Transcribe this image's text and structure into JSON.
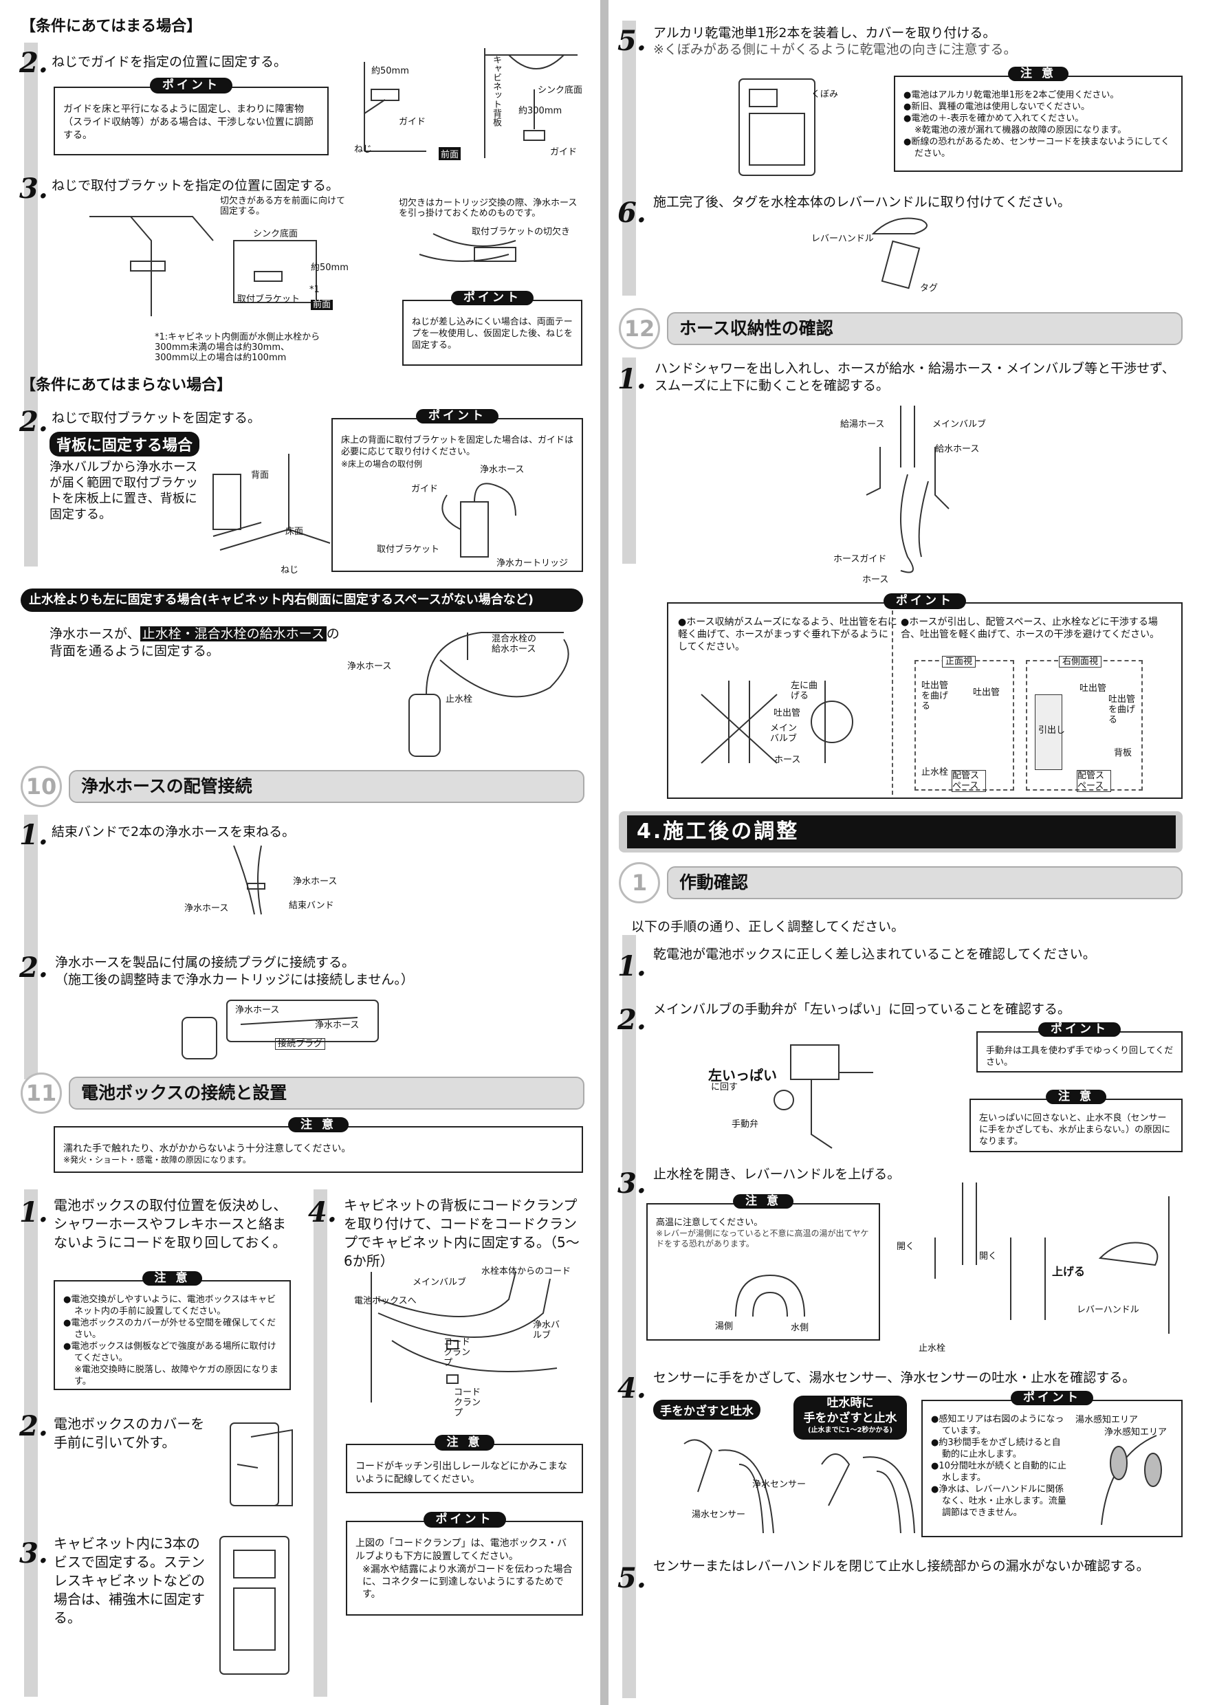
{
  "left": {
    "cond_apply": "【条件にあてはまる場合】",
    "s2a": {
      "num": "2.",
      "text": "ねじでガイドを指定の位置に固定する。",
      "point": "ポイント",
      "point_text": "ガイドを床と平行になるように固定し、まわりに障害物（スライド収納等）がある場合は、干渉しない位置に調節する。",
      "lbl": [
        "約50mm",
        "ガイド",
        "ねじ",
        "前面",
        "キャビネット背板",
        "シンク底面",
        "約300mm",
        "ガイド"
      ]
    },
    "s3": {
      "num": "3.",
      "text": "ねじで取付ブラケットを指定の位置に固定する。",
      "note1": "切欠きがある方を前面に向けて固定する。",
      "note2": "切欠きはカートリッジ交換の際、浄水ホースを引っ掛けておくためのものです。",
      "lbl": [
        "シンク底面",
        "約50mm",
        "*1",
        "取付ブラケット",
        "前面",
        "取付ブラケットの切欠き"
      ],
      "footnote": "*1:キャビネット内側面が水側止水栓から\n300mm未満の場合は約30mm、\n300mm以上の場合は約100mm",
      "point": "ポイント",
      "point_text": "ねじが差し込みにくい場合は、両面テープを一枚使用し、仮固定した後、ねじを固定する。"
    },
    "cond_not": "【条件にあてはまらない場合】",
    "s2b": {
      "num": "2.",
      "text": "ねじで取付ブラケットを固定する。",
      "badge": "背板に固定する場合",
      "body": "浄水バルブから浄水ホースが届く範囲で取付ブラケットを床板上に置き、背板に固定する。",
      "lbl": [
        "背面",
        "床面",
        "ねじ"
      ],
      "point": "ポイント",
      "point_text": "床上の背面に取付ブラケットを固定した場合は、ガイドは必要に応じて取り付けください。",
      "point_sub": "※床上の場合の取付例",
      "plbl": [
        "ガイド",
        "浄水ホース",
        "取付ブラケット",
        "浄水カートリッジ"
      ]
    },
    "leftfix": {
      "bar": "止水栓よりも左に固定する場合(キャビネット内右側面に固定するスペースがない場合など)",
      "t1": "浄水ホースが、",
      "hl": "止水栓・混合水栓の給水ホース",
      "t2": "の",
      "t3": "背面を通るように固定する。",
      "lbl": [
        "浄水ホース",
        "混合水栓の給水ホース",
        "止水栓"
      ]
    },
    "sec10": {
      "no": "10",
      "title": "浄水ホースの配管接続",
      "s1": {
        "num": "1.",
        "text": "結束バンドで2本の浄水ホースを束ねる。",
        "lbl": [
          "浄水ホース",
          "浄水ホース",
          "結束バンド"
        ]
      },
      "s2": {
        "num": "2.",
        "text": "浄水ホースを製品に付属の接続プラグに接続する。\n（施工後の調整時まで浄水カートリッジには接続しません。）",
        "lbl": [
          "浄水ホース",
          "浄水ホース",
          "接続プラグ"
        ]
      }
    },
    "sec11": {
      "no": "11",
      "title": "電池ボックスの接続と設置",
      "caution": "注 意",
      "caution_text": "濡れた手で触れたり、水がかからないよう十分注意してください。",
      "caution_sub": "※発火・ショート・感電・故障の原因になります。",
      "s1": {
        "num": "1.",
        "text": "電池ボックスの取付位置を仮決めし、シャワーホースやフレキホースと絡まないようにコードを取り回しておく。",
        "caution": "注 意",
        "items": [
          "●電池交換がしやすいように、電池ボックスはキャビネット内の手前に設置してください。",
          "●電池ボックスのカバーが外せる空間を確保してください。",
          "●電池ボックスは側板などで強度がある場所に取付けてください。"
        ],
        "sub": "※電池交換時に脱落し、故障やケガの原因になります。"
      },
      "s2": {
        "num": "2.",
        "text": "電池ボックスのカバーを手前に引いて外す。"
      },
      "s3": {
        "num": "3.",
        "text": "キャビネット内に3本のビスで固定する。ステンレスキャビネットなどの場合は、補強木に固定する。"
      },
      "s4": {
        "num": "4.",
        "text": "キャビネットの背板にコードクランプを取り付けて、コードをコードクランプでキャビネット内に固定する。（5〜6か所）",
        "lbl": [
          "水栓本体からのコード",
          "メインバルブ",
          "電池ボックスへ",
          "コードクランプ",
          "浄水バルブ",
          "コードクランプ"
        ],
        "caution": "注 意",
        "caution_text": "コードがキッチン引出しレールなどにかみこまないように配線してください。",
        "point": "ポイント",
        "point_text": "上図の「コードクランプ」は、電池ボックス・バルブよりも下方に設置してください。",
        "point_sub": "※漏水や結露により水滴がコードを伝わった場合に、コネクターに到達しないようにするためです。"
      }
    }
  },
  "right": {
    "s5": {
      "num": "5.",
      "text": "アルカリ乾電池単1形2本を装着し、カバーを取り付ける。",
      "sub": "※くぼみがある側に＋がくるように乾電池の向きに注意する。",
      "lbl": "くぼみ",
      "caution": "注 意",
      "items": [
        "●電池はアルカリ乾電池単1形を2本ご使用ください。",
        "●新旧、異種の電池は使用しないでください。",
        "●電池の＋-表示を確かめて入れてください。"
      ],
      "sub2": "※乾電池の液が漏れて機器の故障の原因になります。",
      "last": "●断線の恐れがあるため、センサーコードを挟まないようにしてください。"
    },
    "s6": {
      "num": "6.",
      "text": "施工完了後、タグを水栓本体のレバーハンドルに取り付けてください。",
      "lbl": [
        "レバーハンドル",
        "タグ"
      ]
    },
    "sec12": {
      "no": "12",
      "title": "ホース収納性の確認",
      "s1": {
        "num": "1.",
        "text": "ハンドシャワーを出し入れし、ホースが給水・給湯ホース・メインバルブ等と干渉せず、スムーズに上下に動くことを確認する。",
        "lbl": [
          "給湯ホース",
          "メインバルブ",
          "給水ホース",
          "ホースガイド",
          "ホース"
        ]
      },
      "point": "ポイント",
      "p1": "●ホース収納がスムーズになるよう、吐出管を右に軽く曲げて、ホースがまっすぐ垂れ下がるようにしてください。",
      "p2": "●ホースが引出し、配管スペース、止水栓などに干渉する場合、吐出管を軽く曲げて、ホースの干渉を避けてください。",
      "plbl": [
        "左に曲げる",
        "吐出管",
        "メインバルブ",
        "ホース",
        "正面視",
        "右側面視",
        "吐出管を曲げる",
        "吐出管",
        "止水栓",
        "配管スペース",
        "引出し",
        "吐出管",
        "吐出管を曲げる",
        "背板",
        "配管スペース"
      ]
    },
    "ch4": {
      "title": "4.施工後の調整"
    },
    "sec1": {
      "no": "1",
      "title": "作動確認",
      "intro": "以下の手順の通り、正しく調整してください。",
      "s1": {
        "num": "1.",
        "text": "乾電池が電池ボックスに正しく差し込まれていることを確認してください。"
      },
      "s2": {
        "num": "2.",
        "text": "メインバルブの手動弁が「左いっぱい」に回っていることを確認する。",
        "lbl": [
          "左いっぱい",
          "に回す",
          "手動弁"
        ],
        "point": "ポイント",
        "point_text": "手動弁は工具を使わず手でゆっくり回してください。",
        "caution": "注 意",
        "caution_text": "左いっぱいに回さないと、止水不良（センサーに手をかざしても、水が止まらない。）の原因になります。"
      },
      "s3": {
        "num": "3.",
        "text": "止水栓を開き、レバーハンドルを上げる。",
        "caution": "注 意",
        "caution_text": "高温に注意してください。",
        "caution_sub": "※レバーが湯側になっていると不意に高温の湯が出てヤケドをする恐れがあります。",
        "lbl": [
          "湯側",
          "水側",
          "開く",
          "開く",
          "上げる",
          "レバーハンドル",
          "止水栓"
        ]
      },
      "s4": {
        "num": "4.",
        "text": "センサーに手をかざして、湯水センサー、浄水センサーの吐水・止水を確認する。",
        "badge1": "手をかざすと吐水",
        "badge2a": "吐水時に",
        "badge2b": "手をかざすと止水",
        "badge2c": "(止水までに1〜2秒かかる)",
        "lbl": [
          "浄水センサー",
          "湯水センサー"
        ],
        "point": "ポイント",
        "items": [
          "●感知エリアは右図のようになっています。",
          "●約3秒間手をかざし続けると自動的に止水します。",
          "●10分間吐水が続くと自動的に止水します。",
          "●浄水は、レバーハンドルに関係なく、吐水・止水します。流量調節はできません。"
        ],
        "alb": [
          "湯水感知エリア",
          "浄水感知エリア"
        ]
      },
      "s5": {
        "num": "5.",
        "text": "センサーまたはレバーハンドルを閉じて止水し接続部からの漏水がないか確認する。"
      }
    }
  }
}
